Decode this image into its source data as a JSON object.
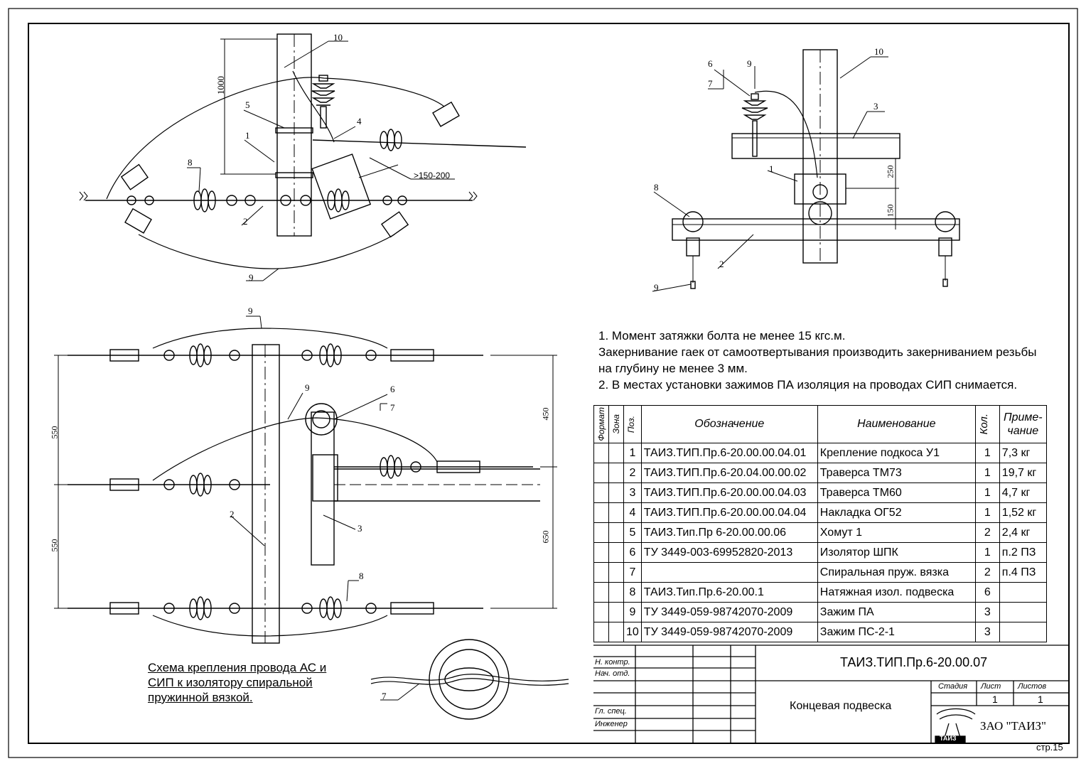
{
  "leaders": {
    "top_left": [
      "10",
      "5",
      "1",
      "4",
      "8",
      "2",
      "9"
    ],
    "top_left_dims": [
      ">150-200",
      "1000"
    ],
    "top_right": [
      "6",
      "7",
      "9",
      "10",
      "3",
      "1",
      "8",
      "2",
      "9"
    ],
    "top_right_dims": [
      "250",
      "150"
    ],
    "bottom_left": [
      "9",
      "9",
      "6",
      "7",
      "2",
      "3",
      "8"
    ],
    "bottom_left_dims": [
      "550",
      "550",
      "450",
      "650"
    ],
    "detail": "7"
  },
  "notes": [
    "1. Момент затяжки болта не менее 15 кгс.м.",
    "Закернивание гаек от самоотвертывания производить закерниванием резьбы",
    "на глубину не менее 3 мм.",
    "2. В местах установки зажимов ПА  изоляция на проводах СИП снимается."
  ],
  "caption": [
    "Схема крепления провода АС и",
    "СИП к изолятору спиральной",
    "пружинной вязкой."
  ],
  "spec": {
    "headers": {
      "format": "Формат",
      "zone": "Зона",
      "pos": "Поз.",
      "designation": "Обозначение",
      "name": "Наименование",
      "qty": "Кол.",
      "note_line1": "Приме-",
      "note_line2": "чание"
    },
    "rows": [
      {
        "pos": "1",
        "designation": "ТАИЗ.ТИП.Пр.6-20.00.00.04.01",
        "name": "Крепление подкоса У1",
        "qty": "1",
        "note": "7,3 кг"
      },
      {
        "pos": "2",
        "designation": "ТАИЗ.ТИП.Пр.6-20.04.00.00.02",
        "name": "Траверса ТМ73",
        "qty": "1",
        "note": "19,7 кг"
      },
      {
        "pos": "3",
        "designation": "ТАИЗ.ТИП.Пр.6-20.00.00.04.03",
        "name": "Траверса ТМ60",
        "qty": "1",
        "note": "4,7 кг"
      },
      {
        "pos": "4",
        "designation": "ТАИЗ.ТИП.Пр.6-20.00.00.04.04",
        "name": "Накладка ОГ52",
        "qty": "1",
        "note": "1,52 кг"
      },
      {
        "pos": "5",
        "designation": "ТАИЗ.Тип.Пр 6-20.00.00.06",
        "name": "Хомут 1",
        "qty": "2",
        "note": "2,4 кг"
      },
      {
        "pos": "6",
        "designation": "ТУ 3449-003-69952820-2013",
        "name": "Изолятор ШПК",
        "qty": "1",
        "note": "п.2 ПЗ"
      },
      {
        "pos": "7",
        "designation": "",
        "name": "Спиральная пруж. вязка",
        "qty": "2",
        "note": "п.4 ПЗ"
      },
      {
        "pos": "8",
        "designation": "ТАИЗ.Тип.Пр.6-20.00.1",
        "name": "Натяжная изол. подвеска",
        "qty": "6",
        "note": ""
      },
      {
        "pos": "9",
        "designation": "ТУ 3449-059-98742070-2009",
        "name": "Зажим ПА",
        "qty": "3",
        "note": ""
      },
      {
        "pos": "10",
        "designation": "ТУ 3449-059-98742070-2009",
        "name": "Зажим ПС-2-1",
        "qty": "3",
        "note": ""
      }
    ]
  },
  "title_block": {
    "roles": [
      "Н. контр.",
      "Нач. отд.",
      "",
      "",
      "Гл. спец.",
      "Инженер"
    ],
    "doc_code": "ТАИЗ.ТИП.Пр.6-20.00.07",
    "doc_name": "Концевая подвеска",
    "stage_label": "Стадия",
    "sheet_label": "Лист",
    "sheets_label": "Листов",
    "sheet_value": "1",
    "sheets_value": "1",
    "logo_text": "ТАИЗ",
    "company": "ЗАО \"ТАИЗ\""
  },
  "page": "стр.15"
}
